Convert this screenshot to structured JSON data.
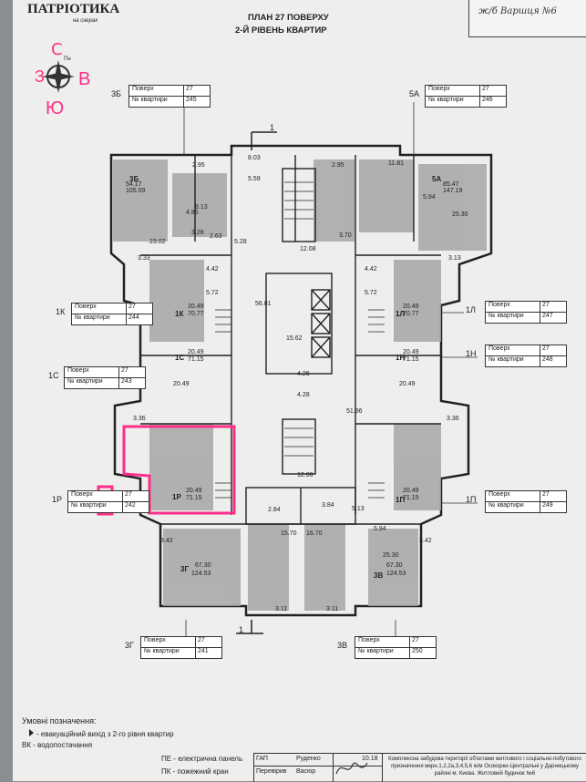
{
  "header": {
    "logo": "ПАТРІОТИКА",
    "logo_sub": "на озерах",
    "title_line1": "ПЛАН 27 ПОВЕРХУ",
    "title_line2": "2-Й РІВЕНЬ КВАРТИР",
    "stamp_text": "ж/б Варшця №6"
  },
  "compass": {
    "n": "С",
    "s": "Ю",
    "e": "В",
    "w": "З",
    "top": "Пн"
  },
  "section_mark": "1",
  "apartment_tags": [
    {
      "code": "3Б",
      "floor_label": "Поверх",
      "floor": "27",
      "num_label": "№ квартири",
      "num": "245"
    },
    {
      "code": "5А",
      "floor_label": "Поверх",
      "floor": "27",
      "num_label": "№ квартири",
      "num": "246"
    },
    {
      "code": "1К",
      "floor_label": "Поверх",
      "floor": "27",
      "num_label": "№ квартири",
      "num": "244"
    },
    {
      "code": "1Л",
      "floor_label": "Поверх",
      "floor": "27",
      "num_label": "№ квартири",
      "num": "247"
    },
    {
      "code": "1С",
      "floor_label": "Поверх",
      "floor": "27",
      "num_label": "№ квартири",
      "num": "243"
    },
    {
      "code": "1Н",
      "floor_label": "Поверх",
      "floor": "27",
      "num_label": "№ квартири",
      "num": "248"
    },
    {
      "code": "1Р",
      "floor_label": "Поверх",
      "floor": "27",
      "num_label": "№ квартири",
      "num": "242"
    },
    {
      "code": "1П",
      "floor_label": "Поверх",
      "floor": "27",
      "num_label": "№ квартири",
      "num": "249"
    },
    {
      "code": "3Г",
      "floor_label": "Поверх",
      "floor": "27",
      "num_label": "№ квартири",
      "num": "241"
    },
    {
      "code": "3В",
      "floor_label": "Поверх",
      "floor": "27",
      "num_label": "№ квартири",
      "num": "250"
    }
  ],
  "room_labels": [
    {
      "text": "3Б"
    },
    {
      "text": "54.17"
    },
    {
      "text": "105.09"
    },
    {
      "text": "5А"
    },
    {
      "text": "85.47"
    },
    {
      "text": "147.19"
    },
    {
      "text": "1К"
    },
    {
      "text": "20.49"
    },
    {
      "text": "70.77"
    },
    {
      "text": "1Л"
    },
    {
      "text": "20.49"
    },
    {
      "text": "70.77"
    },
    {
      "text": "1С"
    },
    {
      "text": "20.49"
    },
    {
      "text": "71.15"
    },
    {
      "text": "1Н"
    },
    {
      "text": "20.49"
    },
    {
      "text": "71.15"
    },
    {
      "text": "1Р"
    },
    {
      "text": "20.49"
    },
    {
      "text": "71.15"
    },
    {
      "text": "1П"
    },
    {
      "text": "20.49"
    },
    {
      "text": "71.15"
    },
    {
      "text": "3Г"
    },
    {
      "text": "67.30"
    },
    {
      "text": "124.53"
    },
    {
      "text": "3В"
    },
    {
      "text": "67.30"
    },
    {
      "text": "124.53"
    },
    {
      "text": "56.81"
    },
    {
      "text": "51.96"
    },
    {
      "text": "15.62"
    },
    {
      "text": "12.08"
    },
    {
      "text": "12.08"
    },
    {
      "text": "4.28"
    },
    {
      "text": "4.26"
    },
    {
      "text": "8.03"
    },
    {
      "text": "5.59"
    },
    {
      "text": "2.95"
    },
    {
      "text": "2.95"
    },
    {
      "text": "11.81"
    },
    {
      "text": "8.13"
    },
    {
      "text": "4.85"
    },
    {
      "text": "23.02"
    },
    {
      "text": "3.28"
    },
    {
      "text": "2.63"
    },
    {
      "text": "5.28"
    },
    {
      "text": "25.30"
    },
    {
      "text": "5.94"
    },
    {
      "text": "3.70"
    },
    {
      "text": "3.33"
    },
    {
      "text": "3.13"
    },
    {
      "text": "4.42"
    },
    {
      "text": "4.42"
    },
    {
      "text": "5.72"
    },
    {
      "text": "5.72"
    },
    {
      "text": "20.49"
    },
    {
      "text": "20.49"
    },
    {
      "text": "3.36"
    },
    {
      "text": "3.36"
    },
    {
      "text": "3.42"
    },
    {
      "text": "3.42"
    },
    {
      "text": "2.84"
    },
    {
      "text": "3.84"
    },
    {
      "text": "5.13"
    },
    {
      "text": "15.70"
    },
    {
      "text": "16.70"
    },
    {
      "text": "3.11"
    },
    {
      "text": "3.11"
    },
    {
      "text": "25.30"
    },
    {
      "text": "5.94"
    }
  ],
  "legend": {
    "title": "Умовні позначення:",
    "items": [
      "- евакуаційний вихід з 2-го рівня квартир",
      "ВК - водопостачання",
      "ПЕ - електрична панель",
      "ПК - пожежний кран"
    ]
  },
  "title_block": {
    "gap": "ГАП",
    "name1": "Руденко",
    "check": "Перевірив",
    "name2": "Васюр",
    "sheet": "10.18",
    "description": "Комплексна забудова території об'єктами житлового і соціально-побутового призначення мкрн.1,2,2а,3,4,5,6 ж/м Осокорки-Центральні у Дарницькому районі м. Києва. Житловий будинок №6"
  },
  "colors": {
    "highlight": "#ff2e8a",
    "ink": "#222222",
    "shade": "#9b9b9b",
    "paper": "#eeeeec"
  }
}
